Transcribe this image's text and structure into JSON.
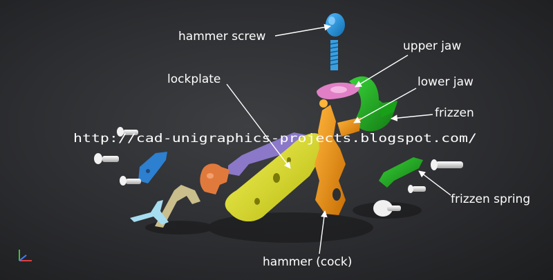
{
  "watermark": "http://cad-unigraphics-projects.blogspot.com/",
  "labels": {
    "hammer_screw": "hammer screw",
    "upper_jaw": "upper jaw",
    "lower_jaw": "lower jaw",
    "lockplate": "lockplate",
    "frizzen": "frizzen",
    "frizzen_spring": "frizzen spring",
    "hammer_cock": "hammer (cock)"
  },
  "part_icons": {
    "hammer_screw": "blue-screw",
    "upper_jaw": "pink-jaw",
    "lower_jaw": "orange-jaw",
    "lockplate": "yellow-plate",
    "frizzen": "green-frizzen",
    "frizzen_spring": "green-spring",
    "hammer_cock": "orange-hammer"
  },
  "colors": {
    "screw": "#1e90d6",
    "upper_jaw": "#e07fc6",
    "hammer": "#e8900f",
    "lockplate": "#dede1a",
    "frizzen": "#1ea51e",
    "sear": "#2d7fd0",
    "tumbler": "#e07a3c",
    "bridle": "#8b78c8",
    "mainspring": "#c9be8c",
    "pin": "#e6e6e6"
  }
}
